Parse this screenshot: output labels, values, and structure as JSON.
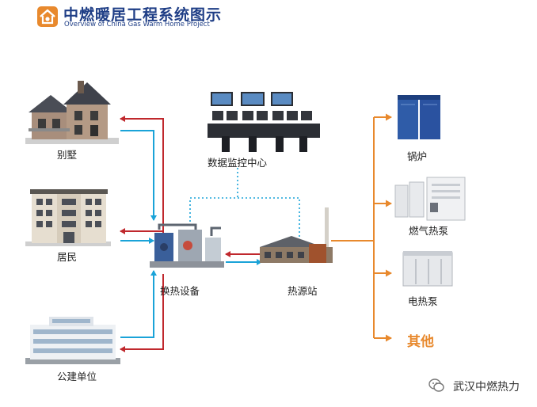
{
  "header": {
    "title": "中燃暖居工程系统图示",
    "subtitle": "Overview of China Gas Warm Home Project",
    "logo_icon": "house-logo-icon",
    "accent": "#e8892d",
    "title_color": "#1f3e86"
  },
  "consumers": {
    "villa": "别墅",
    "residents": "居民",
    "public": "公建单位"
  },
  "center": {
    "monitor": "数据监控中心",
    "exchanger": "换热设备",
    "source": "热源站"
  },
  "sources": {
    "boiler": "锅炉",
    "gas_heat_pump": "燃气热泵",
    "electric_heat_pump": "电热泵",
    "other": "其他"
  },
  "colors": {
    "supply": "#c0282d",
    "return": "#1aa3d8",
    "data": "#1aa3d8",
    "source_branch": "#e8892d"
  },
  "watermark": {
    "text": "武汉中燃热力",
    "icon": "wechat-icon"
  }
}
